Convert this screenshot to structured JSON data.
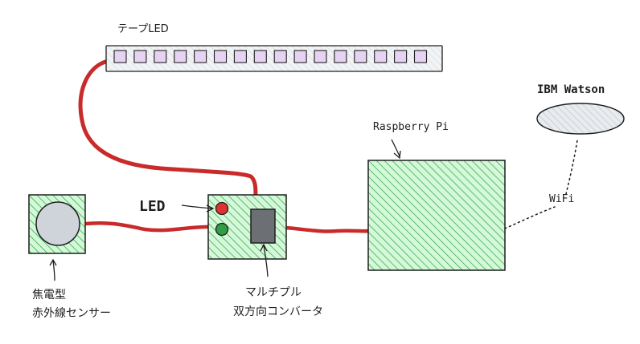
{
  "labels": {
    "tape_led": "テープLED",
    "raspberry_pi": "Raspberry Pi",
    "ibm_watson": "IBM Watson",
    "wifi": "WiFi",
    "led": "LED",
    "pyro_sensor_line1": "焦電型",
    "pyro_sensor_line2": "赤外線センサー",
    "mux_line1": "マルチプル",
    "mux_line2": "双方向コンバータ"
  },
  "tape_led": {
    "segment_count": 16
  },
  "colors": {
    "wire": "#c92a2a",
    "hatch_green": "#2f9e44",
    "board_fill": "#d3f9d8",
    "led_segment": "#e6d2f2",
    "strip_fill": "#f1f3f5",
    "led_red": "#e03131",
    "led_green": "#2f9e44",
    "chip": "#6c6f73",
    "sensor_disc": "#ced4da",
    "cloud_fill": "#e9ecef"
  }
}
